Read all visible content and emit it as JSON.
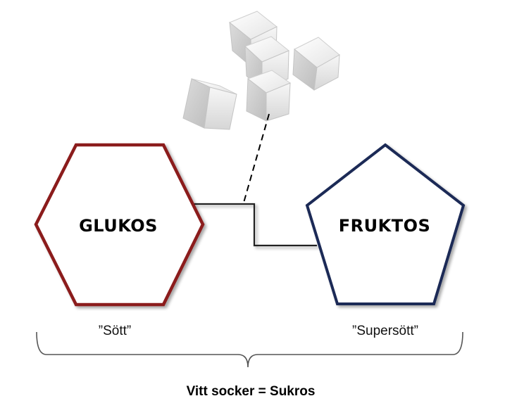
{
  "molecules": {
    "glucose": {
      "name": "GLUKOS",
      "description": "”Sött”",
      "color": "#8b1a1a"
    },
    "fructose": {
      "name": "FRUKTOS",
      "description": "”Supersött”",
      "color": "#1a2a57"
    }
  },
  "caption": "Vitt socker = Sukros",
  "bond_color": "#222222",
  "icons": {
    "sugar_cubes": "sugar-cubes-image"
  }
}
